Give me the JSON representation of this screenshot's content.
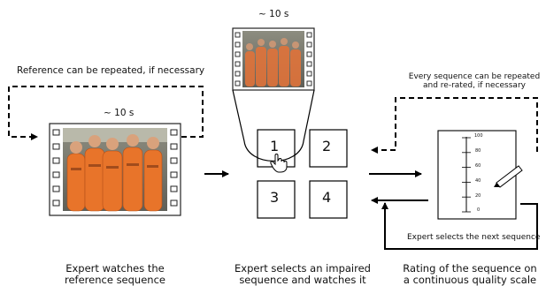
{
  "durations": {
    "reference": "~ 10 s",
    "impaired": "~ 10 s"
  },
  "loops": {
    "reference_repeat": "Reference can be repeated, if necessary",
    "sequence_repeat_line1": "Every sequence can be repeated",
    "sequence_repeat_line2": "and re-rated, if necessary",
    "next_sequence": "Expert selects the next sequence"
  },
  "grid": {
    "cells": [
      "1",
      "2",
      "3",
      "4"
    ]
  },
  "scale": {
    "ticks": [
      "100",
      "80",
      "60",
      "40",
      "20",
      "0"
    ]
  },
  "captions": {
    "left_line1": "Expert watches the",
    "left_line2": "reference sequence",
    "middle_line1": "Expert selects an impaired",
    "middle_line2": "sequence and watches it",
    "right_line1": "Rating of the sequence on",
    "right_line2": "a continuous quality scale"
  },
  "colors": {
    "suit": "#e8742a",
    "suit_dark": "#b44e16",
    "line": "#000000",
    "background": "#ffffff"
  }
}
